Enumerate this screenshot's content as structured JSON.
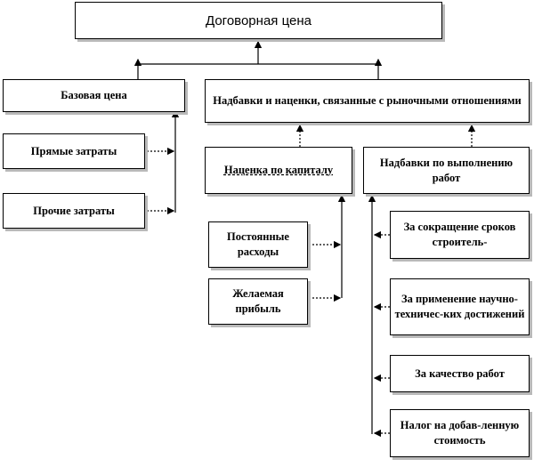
{
  "diagram": {
    "root": "Договорная цена",
    "base_price": "Базовая цена",
    "markups_market": "Надбавки и наценки, связанные с рыночными отношениями",
    "direct_costs": "Прямые затраты",
    "other_costs": "Прочие затраты",
    "capital_markup": "Наценка по капиталу",
    "work_markups": "Надбавки по выполнению работ",
    "fixed_costs": "Постоянные расходы",
    "desired_profit": "Желаемая прибыль",
    "reduce_terms": "За сокращение сроков строитель-",
    "tech_application": "За применение научно-техничес-ких достижений",
    "work_quality": "За качество работ",
    "vat": "Налог на добав-ленную стоимость"
  }
}
